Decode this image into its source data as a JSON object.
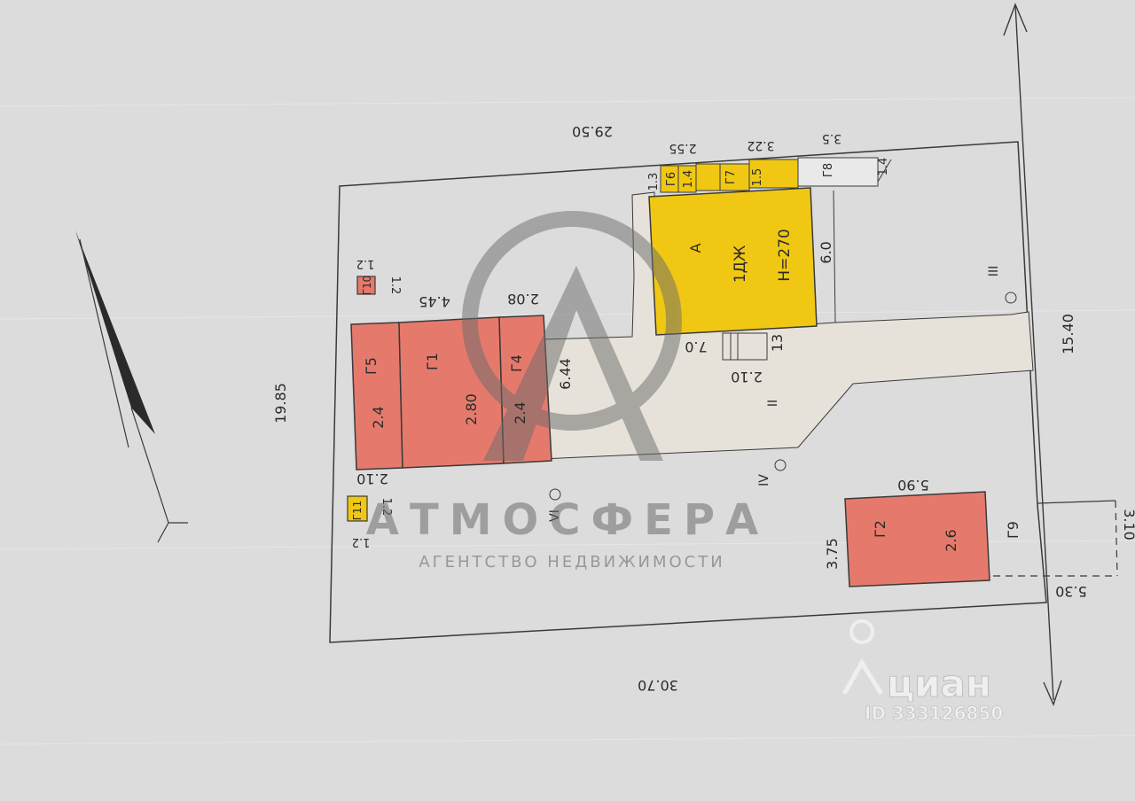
{
  "colors": {
    "paper": "#dcdcdc",
    "line": "#3a3a3a",
    "residential_fill": "#f0c814",
    "outbuilding_fill": "#e57a6c",
    "small_yellow_fill": "#f2d66b",
    "yard_fill": "#e7e2d9",
    "watermark": "#7a7a7a"
  },
  "watermark": {
    "brand": "АТМОСФЕРА",
    "tagline": "АГЕНТСТВО   НЕДВИЖИМОСТИ",
    "logo_icon": "mountain-circle-logo"
  },
  "listing_badge": {
    "brand": "циан",
    "id_text": "ID 333126850",
    "icon": "location-pin-icon"
  },
  "north_arrow_icon": "north-arrow-icon",
  "plot": {
    "dims": {
      "top": "29.50",
      "bottom": "30.70",
      "left": "19.85",
      "right": "15.40",
      "right_extra": "5.30",
      "far_right": "3.10"
    }
  },
  "buildings": {
    "A": {
      "label": "А",
      "code": "1ДЖ",
      "height": "Н=270",
      "dim_a": "6.0",
      "dim_b": "7.0",
      "dim_c": "13",
      "dim_d": "2.10"
    },
    "G1": {
      "label": "Г1",
      "value": "2.80",
      "dim": "4.45"
    },
    "G2": {
      "label": "Г2",
      "value": "2.6",
      "dim_top": "5.90",
      "dim_side": "3.75"
    },
    "G4": {
      "label": "Г4",
      "value": "2.4",
      "dim_top": "2.08",
      "dim_side": "6.44"
    },
    "G5": {
      "label": "Г5",
      "value": "2.4",
      "dim_bottom": "2.10"
    },
    "G6": {
      "label": "Г6",
      "value": "1.4",
      "dim": "2.55",
      "dim_side": "1.3"
    },
    "G7": {
      "label": "Г7",
      "value": "1.5",
      "dim": "3.22"
    },
    "G8": {
      "label": "Г8",
      "value": "1.4",
      "dim": "3.5"
    },
    "G9": {
      "label": "Г9"
    },
    "G10": {
      "label": "Г10",
      "value": "1.2",
      "dim": "1.2"
    },
    "G11": {
      "label": "Г11",
      "value": "1.2",
      "dim": "1.2"
    }
  },
  "markers": {
    "m2": "II",
    "m3": "III",
    "m4": "IV",
    "m6": "VI"
  }
}
